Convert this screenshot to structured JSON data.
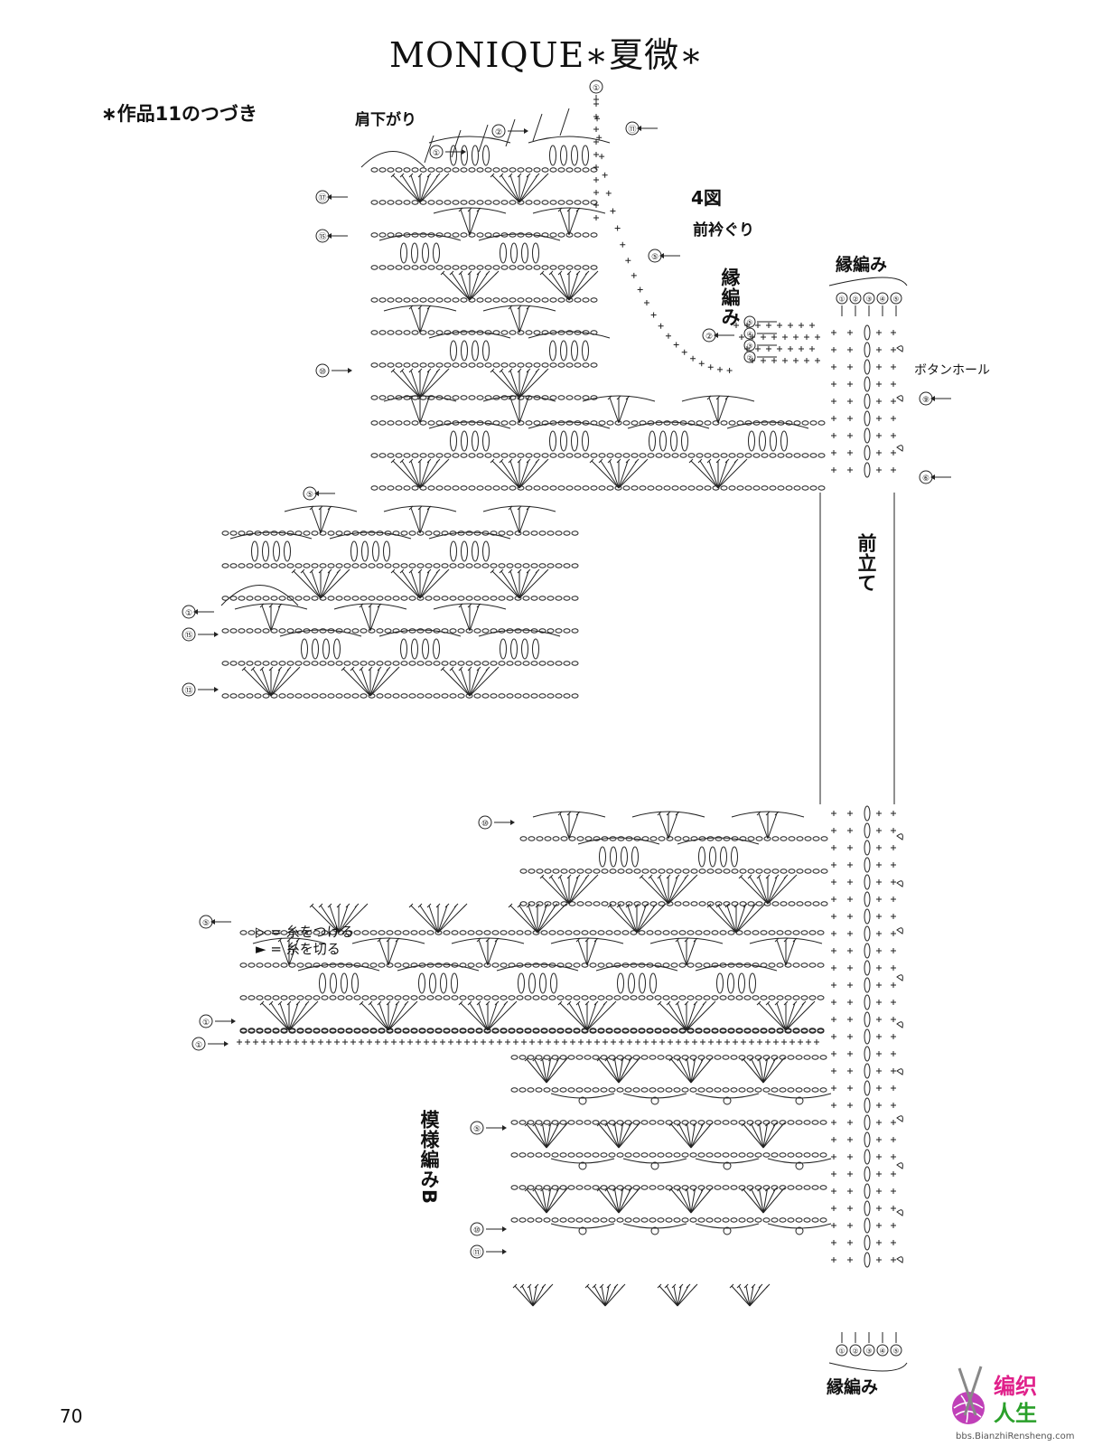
{
  "title": "MONIQUE∗夏微∗",
  "subtitle": "∗作品11のつづき",
  "figure_number": "4図",
  "labels": {
    "shoulder_slope": "肩下がり",
    "front_neckline": "前衿ぐり",
    "edging_vertical": "縁編み",
    "edging_top": "縁編み",
    "edging_bottom": "縁編み",
    "buttonhole": "ボタンホール",
    "front_band": "前立て",
    "pattern_b": "模様編みB"
  },
  "row_markers": {
    "top_1": "①",
    "top_10": "⑪",
    "shoulder_1": "①",
    "shoulder_2": "②",
    "left_17": "⑰",
    "left_15": "⑮",
    "neck_5": "⑤",
    "left_10": "⑩",
    "neck_2": "②",
    "left_5": "⑤",
    "left_1": "①",
    "left_15b": "⑮",
    "left_13": "⑬",
    "band_9": "⑨",
    "band_6": "⑥",
    "mid_10": "⑩",
    "mid_5": "⑤",
    "mid_1": "①",
    "mid_1b": "①",
    "b_5": "⑤",
    "b_10": "⑩",
    "b_11": "⑪"
  },
  "edging_rows_top": [
    "①",
    "②",
    "③",
    "④",
    "⑤"
  ],
  "edging_rows_bottom": [
    "①",
    "②",
    "③",
    "④",
    "⑤"
  ],
  "neck_edging_rows": [
    "⑤",
    "④",
    "③",
    "②"
  ],
  "legend": [
    {
      "symbol": "▷",
      "eq": "=",
      "text": "糸をつける"
    },
    {
      "symbol": "►",
      "eq": "=",
      "text": "糸を切る"
    }
  ],
  "page_number": "70",
  "watermark": {
    "line1": "编织",
    "line2": "人生",
    "url": "bbs.BianzhiRensheng.com"
  }
}
